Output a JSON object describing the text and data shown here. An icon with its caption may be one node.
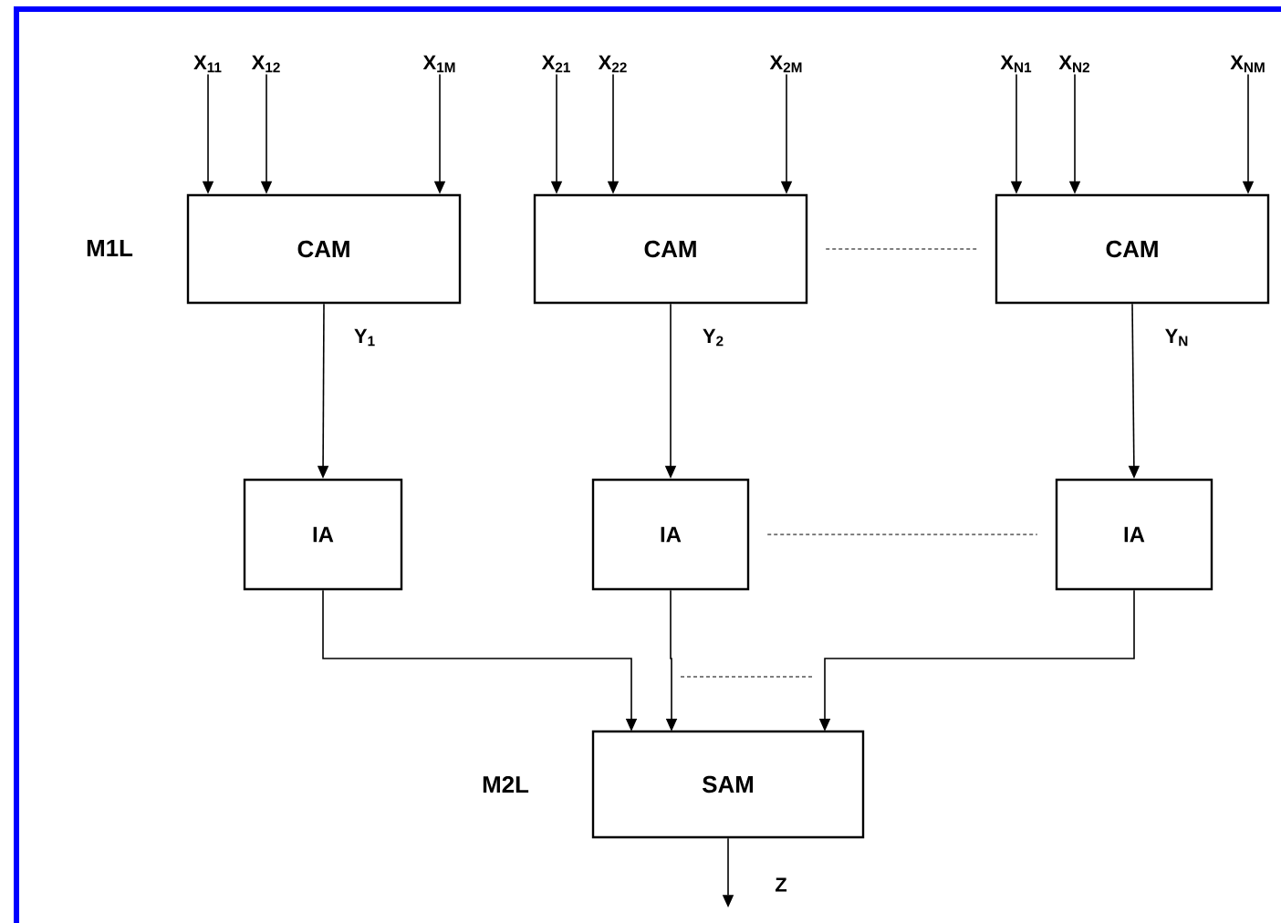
{
  "diagram": {
    "nodes": [
      {
        "text": [
          "X$_{11}$"
        ]
      },
      {
        "text": [
          "X$_{12}$"
        ]
      },
      {
        "text": [
          "X$_{1M}$"
        ]
      },
      {
        "text": [
          "X$_{21}$"
        ]
      },
      {
        "text": [
          "X$_{22}$"
        ]
      },
      {
        "text": [
          "X$_{2M}$"
        ]
      },
      {
        "text": [
          "X$_{N1}$"
        ]
      },
      {
        "text": [
          "X$_{N2}$"
        ]
      },
      {
        "text": [
          "X$_{NM}$"
        ]
      },
      {
        "text": [
          "CAM"
        ]
      },
      {
        "text": [
          "CAM"
        ]
      },
      {
        "text": [
          "CAM"
        ]
      },
      {
        "text": [
          "IA"
        ]
      },
      {
        "text": [
          "IA"
        ]
      },
      {
        "text": [
          "IA"
        ]
      },
      {
        "text": [
          "SAM"
        ]
      }
    ],
    "edges": [
      {
        "from": 0,
        "to": 9,
        "arrow": "to"
      },
      {
        "from": 1,
        "to": 9,
        "arrow": "to"
      },
      {
        "from": 2,
        "to": 9,
        "arrow": "to"
      },
      {
        "from": 3,
        "to": 10,
        "arrow": "to"
      },
      {
        "from": 4,
        "to": 10,
        "arrow": "to"
      },
      {
        "from": 5,
        "to": 10,
        "arrow": "to"
      },
      {
        "from": 6,
        "to": 11,
        "arrow": "to"
      },
      {
        "from": 7,
        "to": 11,
        "arrow": "to"
      },
      {
        "from": 8,
        "to": 11,
        "arrow": "to"
      },
      {
        "from": 9,
        "to": 12,
        "arrow": "to",
        "label": "Y$_{1}$"
      },
      {
        "from": 10,
        "to": 13,
        "arrow": "to",
        "label": "Y$_{2}$"
      },
      {
        "from": 11,
        "to": 14,
        "arrow": "to",
        "label": "Y$_{N}$"
      },
      {
        "from": 12,
        "to": 15,
        "arrow": "to"
      },
      {
        "from": 13,
        "to": 15,
        "arrow": "to"
      },
      {
        "from": 14,
        "to": 15,
        "arrow": "to"
      },
      {
        "from": 10,
        "to": 11,
        "arrow": "none",
        "style": "dashed"
      },
      {
        "from": 13,
        "to": 14,
        "arrow": "none",
        "style": "dashed"
      },
      {
        "from": 15,
        "to": null,
        "arrow": "to",
        "label": "Z"
      }
    ],
    "labels": [
      "M1L",
      "M2L"
    ]
  }
}
